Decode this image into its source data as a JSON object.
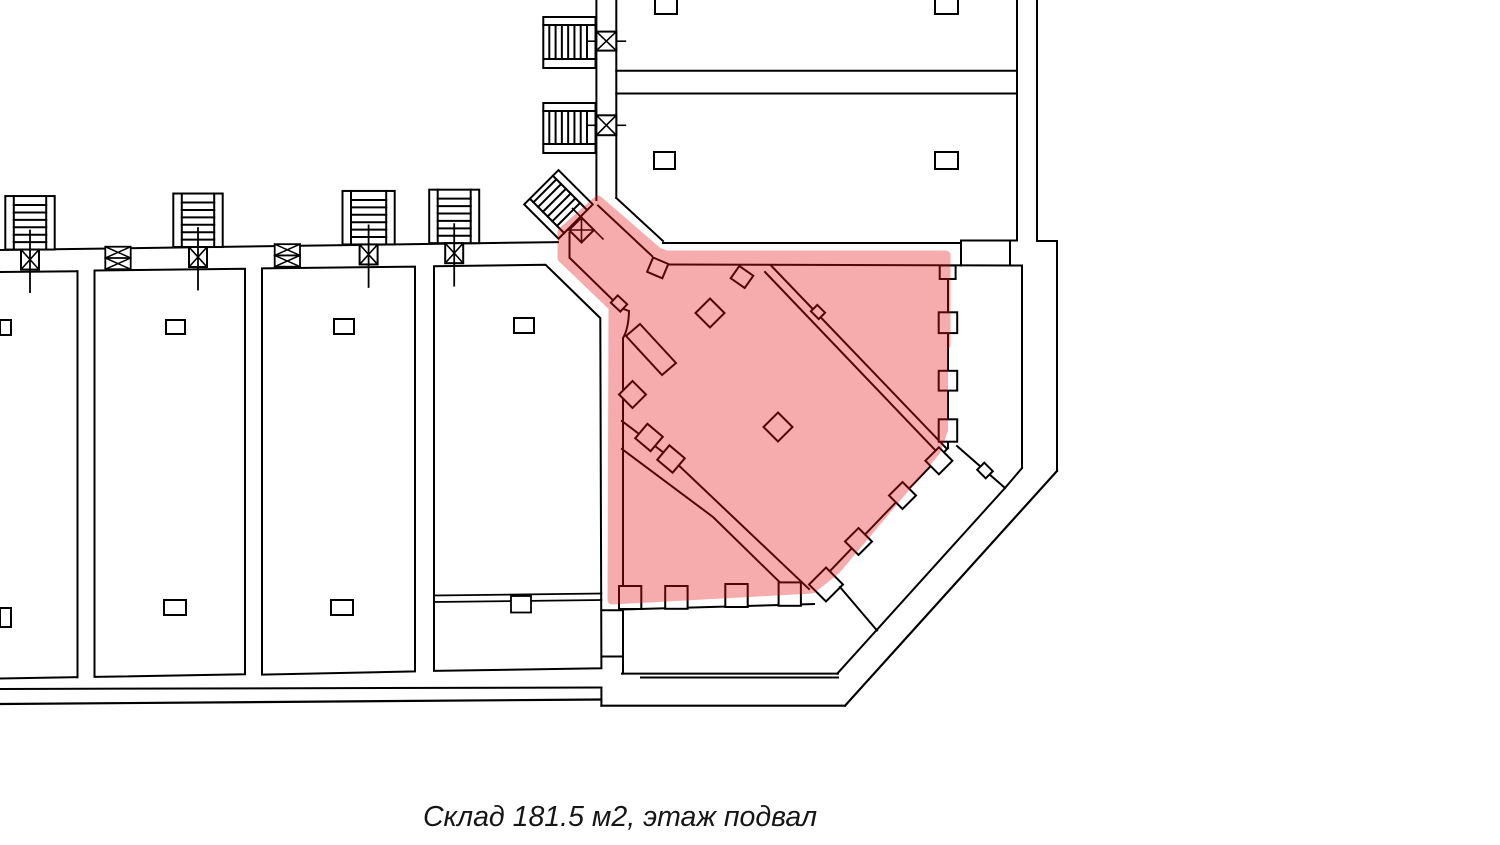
{
  "document": {
    "type": "floor-plan",
    "language": "ru"
  },
  "caption": {
    "full_text": "Склад 181.5 м2, этаж подвал",
    "unit_type": "Склад",
    "area": "181.5 м2",
    "floor": "подвал"
  },
  "highlight": {
    "name": "warehouse-unit",
    "color": "#e81414",
    "opacity": 0.35
  }
}
